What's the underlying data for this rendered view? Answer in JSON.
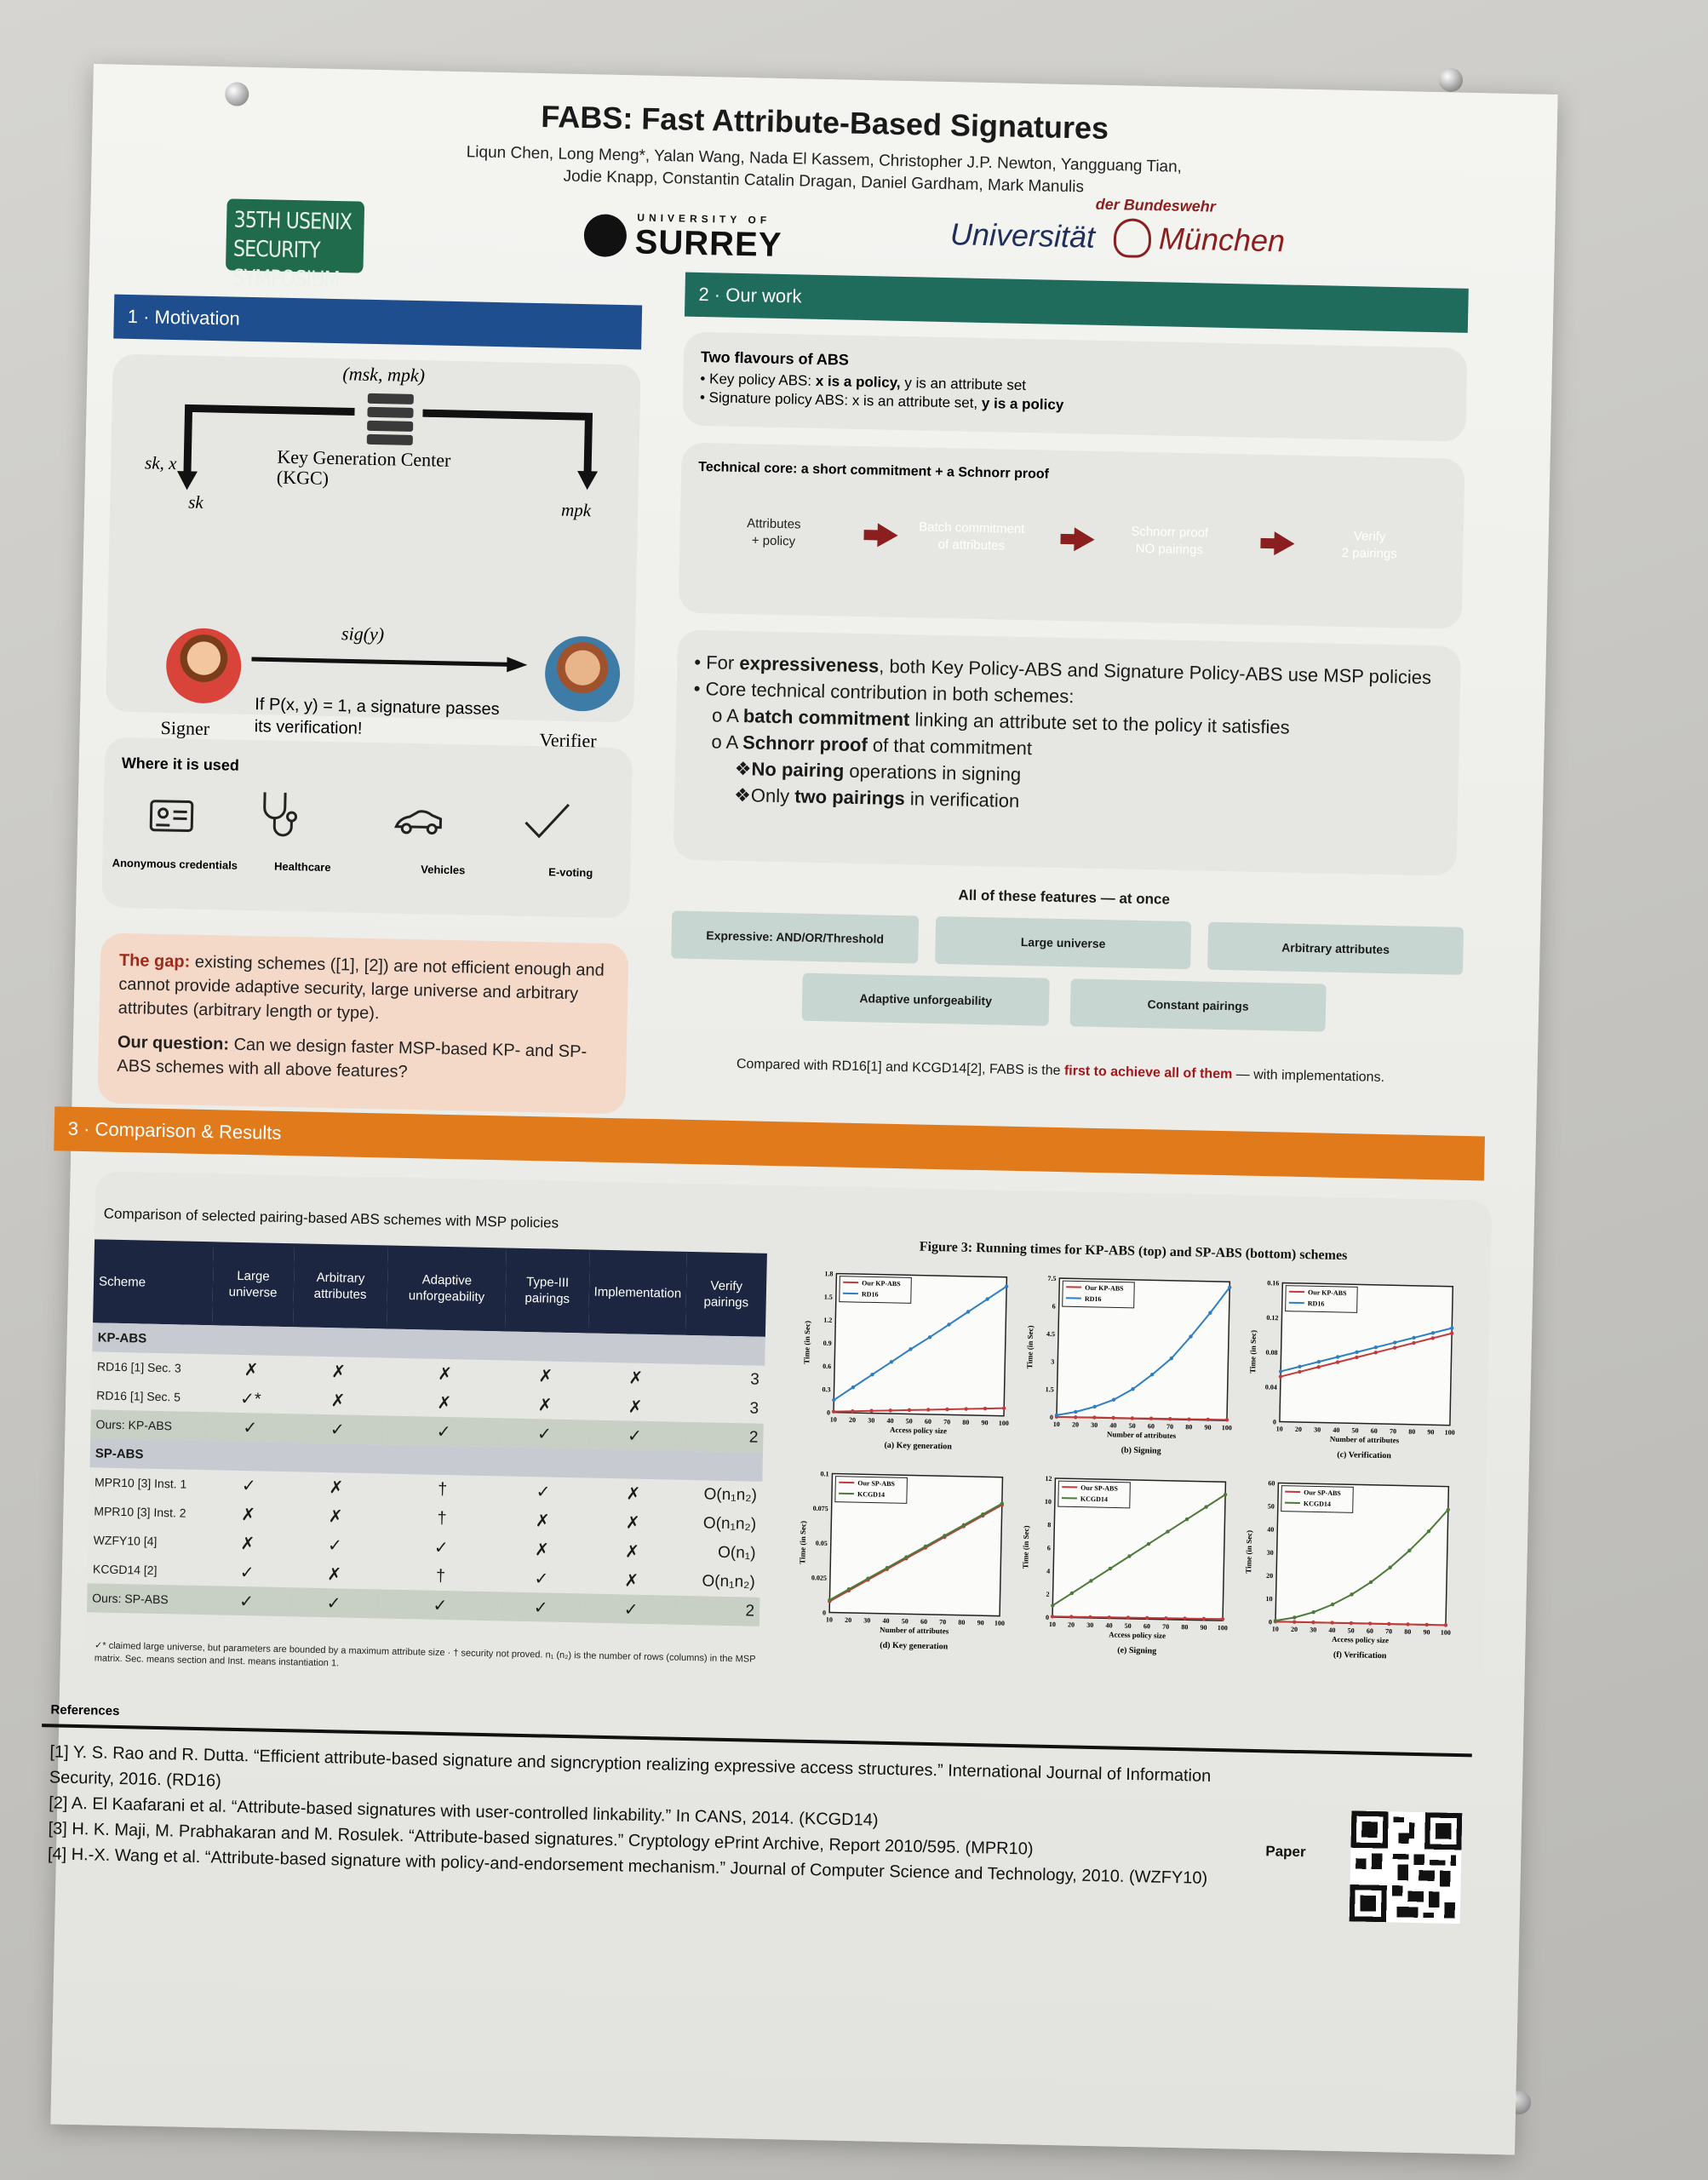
{
  "header": {
    "title": "FABS: Fast Attribute-Based Signatures",
    "authors_line1": "Liqun Chen, Long Meng*, Yalan Wang, Nada El Kassem, Christopher J.P. Newton, Yangguang Tian,",
    "authors_line2": "Jodie Knapp, Constantin Catalin Dragan, Daniel Gardham, Mark Manulis",
    "usenix_line1": "35TH USENIX",
    "usenix_line2": "SECURITY SYMPOSIUM",
    "surrey_small": "UNIVERSITY OF",
    "surrey_big": "SURREY",
    "unibw_der": "der Bundeswehr",
    "unibw_uni": "Universität",
    "unibw_city": "München"
  },
  "motivation": {
    "bar": "1 · Motivation",
    "keys": "(msk, mpk)",
    "kgc_line1": "Key Generation Center",
    "kgc_line2": "(KGC)",
    "left_keys": "sk, x",
    "sk": "sk",
    "mpk": "mpk",
    "sig": "sig(y)",
    "signer": "Signer",
    "verifier": "Verifier",
    "condition_line1": "If P(x, y) = 1, a signature passes",
    "condition_line2": "its verification!",
    "where_title": "Where it is used",
    "uses": [
      "Anonymous credentials",
      "Healthcare",
      "Vehicles",
      "E-voting"
    ],
    "gap_label": "The gap:",
    "gap_text": " existing schemes ([1], [2]) are not efficient enough and cannot provide adaptive security, large universe and arbitrary attributes (arbitrary length or type).",
    "question_label": "Our question:",
    "question_text": " Can we design faster MSP-based KP- and SP-ABS schemes with all above features?"
  },
  "our_work": {
    "bar": "2 · Our work",
    "flavours_title": "Two flavours of ABS",
    "kp_prefix": "Key policy ABS: ",
    "kp_bold": "x is a policy,",
    "kp_rest": " y is an attribute set",
    "sp_prefix": "Signature policy ABS: x is an attribute set, ",
    "sp_bold": "y is a policy",
    "tech_title": "Technical core: a short commitment + a Schnorr proof",
    "flow": [
      {
        "line1": "Attributes",
        "line2": "+ policy",
        "color": "#d2d2cf"
      },
      {
        "line1": "Batch commitment",
        "line2": "of attributes",
        "color": "#1f5c4f"
      },
      {
        "line1": "Schnorr proof",
        "line2": "NO pairings",
        "color": "#1f5c4f"
      },
      {
        "line1": "Verify",
        "line2": "2 pairings",
        "color": "#1b4f9a"
      }
    ],
    "b1_pre": "For ",
    "b1_bold": "expressiveness",
    "b1_post": ", both Key Policy-ABS and Signature Policy-ABS use MSP policies",
    "b2": "Core technical contribution in both schemes:",
    "b3_pre": "A ",
    "b3_bold": "batch commitment",
    "b3_post": " linking an attribute set to the policy it satisfies",
    "b4_pre": "A ",
    "b4_bold": "Schnorr proof",
    "b4_post": " of that commitment",
    "b5_bold": "No pairing",
    "b5_post": " operations in signing",
    "b6_pre": "Only ",
    "b6_bold": "two pairings",
    "b6_post": " in verification",
    "features_title": "All of these features — at once",
    "features": [
      "Expressive: AND/OR/Threshold",
      "Large universe",
      "Arbitrary attributes",
      "Adaptive unforgeability",
      "Constant pairings"
    ],
    "compared_pre": "Compared with RD16[1] and KCGD14[2], FABS is the ",
    "compared_red": "first to achieve all of them",
    "compared_post": " — with implementations."
  },
  "results": {
    "bar": "3 · Comparison & Results",
    "table_title": "Comparison of selected pairing-based ABS schemes with MSP policies",
    "columns": [
      "Scheme",
      "Large universe",
      "Arbitrary attributes",
      "Adaptive unforgeability",
      "Type-III pairings",
      "Implementation",
      "Verify pairings"
    ],
    "group_kp": "KP-ABS",
    "group_sp": "SP-ABS",
    "rows_kp": [
      {
        "name": "RD16 [1] Sec. 3",
        "c": [
          "✗",
          "✗",
          "✗",
          "✗",
          "✗"
        ],
        "v": "3",
        "ours": false
      },
      {
        "name": "RD16 [1] Sec. 5",
        "c": [
          "✓*",
          "✗",
          "✗",
          "✗",
          "✗"
        ],
        "v": "3",
        "ours": false
      },
      {
        "name": "Ours: KP-ABS",
        "c": [
          "✓",
          "✓",
          "✓",
          "✓",
          "✓"
        ],
        "v": "2",
        "ours": true
      }
    ],
    "rows_sp": [
      {
        "name": "MPR10 [3] Inst. 1",
        "c": [
          "✓",
          "✗",
          "†",
          "✓",
          "✗"
        ],
        "v": "O(n₁n₂)",
        "ours": false
      },
      {
        "name": "MPR10 [3] Inst. 2",
        "c": [
          "✗",
          "✗",
          "†",
          "✗",
          "✗"
        ],
        "v": "O(n₁n₂)",
        "ours": false
      },
      {
        "name": "WZFY10 [4]",
        "c": [
          "✗",
          "✓",
          "✓",
          "✗",
          "✗"
        ],
        "v": "O(n₁)",
        "ours": false
      },
      {
        "name": "KCGD14 [2]",
        "c": [
          "✓",
          "✗",
          "†",
          "✓",
          "✗"
        ],
        "v": "O(n₁n₂)",
        "ours": false
      },
      {
        "name": "Ours: SP-ABS",
        "c": [
          "✓",
          "✓",
          "✓",
          "✓",
          "✓"
        ],
        "v": "2",
        "ours": true
      }
    ],
    "note": "✓* claimed large universe, but parameters are bounded by a maximum attribute size · † security not proved. n₁ (n₂) is the number of rows (columns) in the MSP matrix. Sec. means section and Inst. means instantiation 1.",
    "figure_title": "Figure 3: Running times for KP-ABS (top) and SP-ABS (bottom) schemes",
    "ylabel": "Time (in Sec)"
  },
  "chart_data": [
    {
      "type": "line",
      "caption": "(a) Key generation",
      "xlabel": "Access policy size",
      "x": [
        10,
        20,
        30,
        40,
        50,
        60,
        70,
        80,
        90,
        100
      ],
      "ylim": [
        0,
        1.8
      ],
      "yticks": [
        "0",
        "0.3",
        "0.6",
        "0.9",
        "1.2",
        "1.5",
        "1.8"
      ],
      "series": [
        {
          "name": "Our KP-ABS",
          "color": "#c23a3a",
          "values": [
            0.01,
            0.02,
            0.03,
            0.04,
            0.05,
            0.06,
            0.07,
            0.08,
            0.09,
            0.1
          ]
        },
        {
          "name": "RD16",
          "color": "#2f7fc0",
          "values": [
            0.16,
            0.33,
            0.5,
            0.67,
            0.84,
            1.0,
            1.17,
            1.34,
            1.51,
            1.68
          ]
        }
      ]
    },
    {
      "type": "line",
      "caption": "(b) Signing",
      "xlabel": "Number of attributes",
      "x": [
        10,
        20,
        30,
        40,
        50,
        60,
        70,
        80,
        90,
        100
      ],
      "ylim": [
        0,
        7.5
      ],
      "yticks": [
        "0",
        "1.5",
        "3",
        "4.5",
        "6",
        "7.5"
      ],
      "series": [
        {
          "name": "Our KP-ABS",
          "color": "#c23a3a",
          "values": [
            0.01,
            0.01,
            0.02,
            0.02,
            0.02,
            0.03,
            0.03,
            0.03,
            0.04,
            0.04
          ]
        },
        {
          "name": "RD16",
          "color": "#2f7fc0",
          "values": [
            0.1,
            0.3,
            0.6,
            1.0,
            1.6,
            2.4,
            3.3,
            4.5,
            5.8,
            7.2
          ]
        }
      ]
    },
    {
      "type": "line",
      "caption": "(c) Verification",
      "xlabel": "Number of attributes",
      "x": [
        10,
        20,
        30,
        40,
        50,
        60,
        70,
        80,
        90,
        100
      ],
      "ylim": [
        0,
        0.16
      ],
      "yticks": [
        "0",
        "0.04",
        "0.08",
        "0.12",
        "0.16"
      ],
      "series": [
        {
          "name": "Our KP-ABS",
          "color": "#c23a3a",
          "values": [
            0.052,
            0.058,
            0.064,
            0.07,
            0.076,
            0.082,
            0.088,
            0.094,
            0.1,
            0.106
          ]
        },
        {
          "name": "RD16",
          "color": "#2f7fc0",
          "values": [
            0.058,
            0.064,
            0.07,
            0.076,
            0.082,
            0.088,
            0.094,
            0.1,
            0.106,
            0.112
          ]
        }
      ]
    },
    {
      "type": "line",
      "caption": "(d) Key generation",
      "xlabel": "Number of attributes",
      "x": [
        10,
        20,
        30,
        40,
        50,
        60,
        70,
        80,
        90,
        100
      ],
      "ylim": [
        0,
        0.1
      ],
      "yticks": [
        "0",
        "0.025",
        "0.05",
        "0.075",
        "0.1"
      ],
      "series": [
        {
          "name": "Our SP-ABS",
          "color": "#c23a3a",
          "values": [
            0.008,
            0.016,
            0.024,
            0.032,
            0.04,
            0.048,
            0.056,
            0.064,
            0.072,
            0.08
          ]
        },
        {
          "name": "KCGD14",
          "color": "#4d7a3a",
          "values": [
            0.009,
            0.017,
            0.025,
            0.033,
            0.041,
            0.049,
            0.057,
            0.065,
            0.073,
            0.081
          ]
        }
      ]
    },
    {
      "type": "line",
      "caption": "(e) Signing",
      "xlabel": "Access policy size",
      "x": [
        10,
        20,
        30,
        40,
        50,
        60,
        70,
        80,
        90,
        100
      ],
      "ylim": [
        0,
        12
      ],
      "yticks": [
        "0",
        "2",
        "4",
        "6",
        "8",
        "10",
        "12"
      ],
      "series": [
        {
          "name": "Our SP-ABS",
          "color": "#c23a3a",
          "values": [
            0.05,
            0.06,
            0.07,
            0.08,
            0.09,
            0.1,
            0.11,
            0.12,
            0.13,
            0.14
          ]
        },
        {
          "name": "KCGD14",
          "color": "#4d7a3a",
          "values": [
            1.0,
            2.1,
            3.2,
            4.3,
            5.4,
            6.5,
            7.6,
            8.7,
            9.8,
            10.9
          ]
        }
      ]
    },
    {
      "type": "line",
      "caption": "(f) Verification",
      "xlabel": "Access policy size",
      "x": [
        10,
        20,
        30,
        40,
        50,
        60,
        70,
        80,
        90,
        100
      ],
      "ylim": [
        0,
        60
      ],
      "yticks": [
        "0",
        "10",
        "20",
        "30",
        "40",
        "50",
        "60"
      ],
      "series": [
        {
          "name": "Our SP-ABS",
          "color": "#c23a3a",
          "values": [
            0.1,
            0.1,
            0.1,
            0.1,
            0.1,
            0.1,
            0.1,
            0.1,
            0.1,
            0.1
          ]
        },
        {
          "name": "KCGD14",
          "color": "#4d7a3a",
          "values": [
            0.5,
            2,
            4.5,
            8,
            12.5,
            18,
            24.5,
            32,
            40.5,
            50
          ]
        }
      ]
    }
  ],
  "references": {
    "title": "References",
    "items": [
      "[1] Y. S. Rao and R. Dutta. “Efficient attribute-based signature and signcryption realizing expressive access structures.” International Journal of Information Security, 2016. (RD16)",
      "[2] A. El Kaafarani et al. “Attribute-based signatures with user-controlled linkability.” In CANS, 2014. (KCGD14)",
      "[3] H. K. Maji, M. Prabhakaran and M. Rosulek. “Attribute-based signatures.” Cryptology ePrint Archive, Report 2010/595. (MPR10)",
      "[4] H.-X. Wang et al. “Attribute-based signature with policy-and-endorsement mechanism.” Journal of Computer Science and Technology, 2010. (WZFY10)"
    ],
    "paper_label": "Paper"
  }
}
